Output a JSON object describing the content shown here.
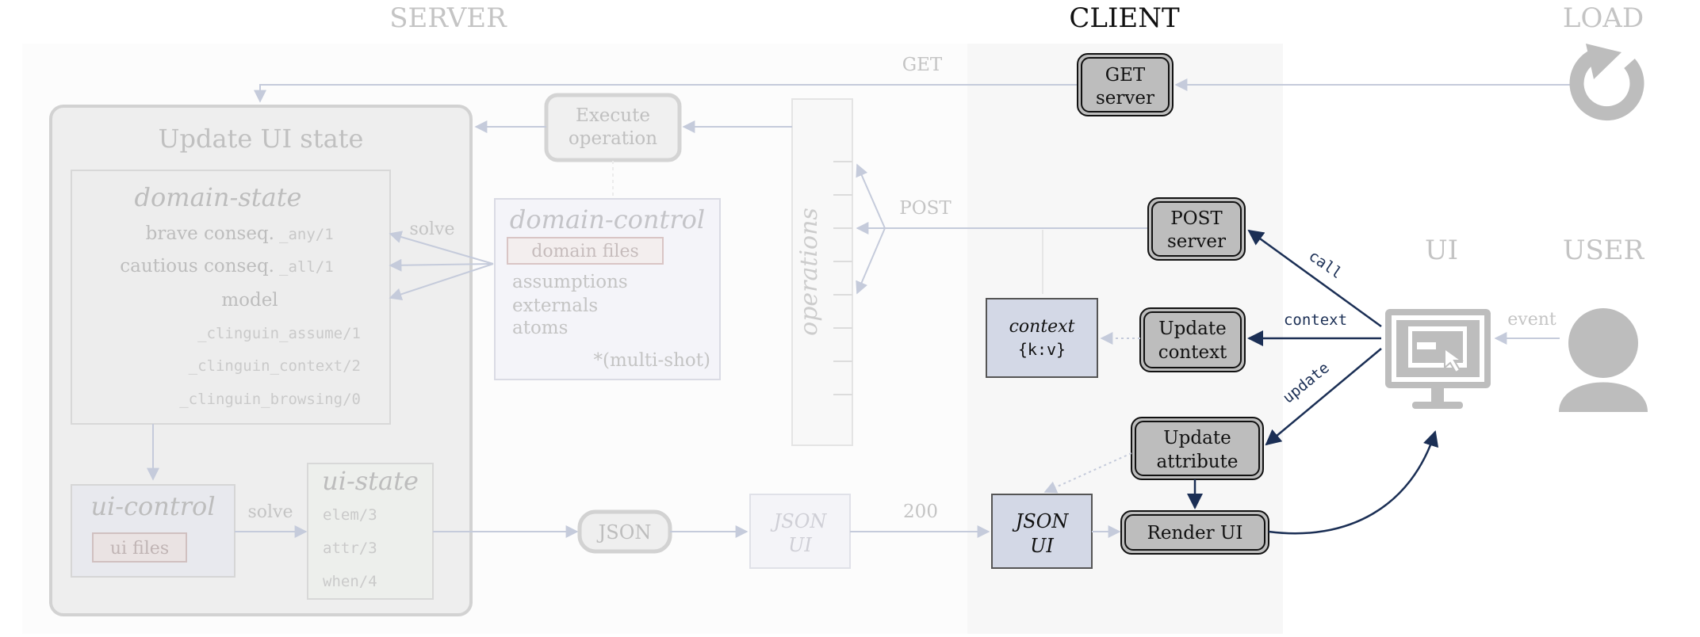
{
  "headers": {
    "server": "SERVER",
    "client": "CLIENT",
    "load": "LOAD",
    "ui": "UI",
    "user": "USER"
  },
  "update_ui_state": {
    "title": "Update UI state",
    "domain_state": {
      "title": "domain-state",
      "brave": "brave conseq.",
      "brave_pred": "_any/1",
      "cautious": "cautious conseq.",
      "cautious_pred": "_all/1",
      "model": "model",
      "preds": [
        "_clinguin_assume/1",
        "_clinguin_context/2",
        "_clinguin_browsing/0"
      ]
    },
    "ui_control": {
      "title": "ui-control",
      "files": "ui files"
    },
    "ui_state": {
      "title": "ui-state",
      "preds": [
        "elem/3",
        "attr/3",
        "when/4"
      ]
    },
    "solve_labels": [
      "solve",
      "solve"
    ]
  },
  "domain_control": {
    "title": "domain-control",
    "files": "domain files",
    "items": [
      "assumptions",
      "externals",
      "atoms"
    ],
    "multishot": "*(multi-shot)"
  },
  "server_nodes": {
    "execute_line1": "Execute",
    "execute_line2": "operation",
    "operations": "operations",
    "json": "JSON",
    "json_ui_line1": "JSON",
    "json_ui_line2": "UI"
  },
  "client_nodes": {
    "get_line1": "GET",
    "get_line2": "server",
    "post_line1": "POST",
    "post_line2": "server",
    "context_title": "context",
    "context_kv": "{k:v}",
    "update_context_line1": "Update",
    "update_context_line2": "context",
    "update_attr_line1": "Update",
    "update_attr_line2": "attribute",
    "json_ui_line1": "JSON",
    "json_ui_line2": "UI",
    "render": "Render UI"
  },
  "edge_labels": {
    "get": "GET",
    "post": "POST",
    "call": "call",
    "context": "context",
    "update": "update",
    "event": "event",
    "status_200": "200"
  },
  "colors": {
    "client_accent": "#1b2f55",
    "faded_line": "#c5cbdb",
    "faded_text": "#c4c4c4",
    "node_fill": "#bdbdbd",
    "client_box_fill": "#d3d8e6",
    "client_panel": "#f7f7f7",
    "server_panel": "#fcfcfc"
  }
}
